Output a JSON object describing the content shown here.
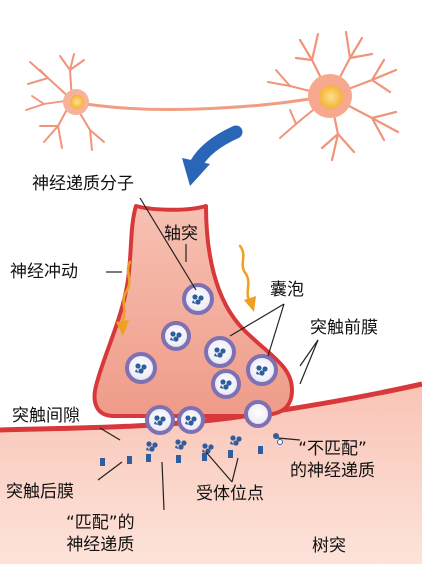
{
  "figure": {
    "labels": {
      "neurotransmitter_molecule": "神经递质分子",
      "axon": "轴突",
      "nerve_impulse": "神经冲动",
      "vesicle": "囊泡",
      "presynaptic_membrane": "突触前膜",
      "synaptic_cleft": "突触间隙",
      "postsynaptic_membrane": "突触后膜",
      "receptor_site": "受体位点",
      "matched_nt_line1": "“匹配”的",
      "matched_nt_line2": "神经递质",
      "unmatched_nt_line1": "“不匹配”",
      "unmatched_nt_line2": "的神经递质",
      "dendrite": "树突"
    },
    "colors": {
      "neuron_body": "#f5a489",
      "nucleus": "#f7c24a",
      "dendrite_tissue": "#f7c7b9",
      "terminal_fill": "#f2a695",
      "membrane_red": "#d9383a",
      "vesicle": "#7d70b3",
      "neurotransmitter": "#2f5e9e",
      "arrow_blue": "#2a66b8",
      "impulse_orange": "#f0a020"
    }
  }
}
